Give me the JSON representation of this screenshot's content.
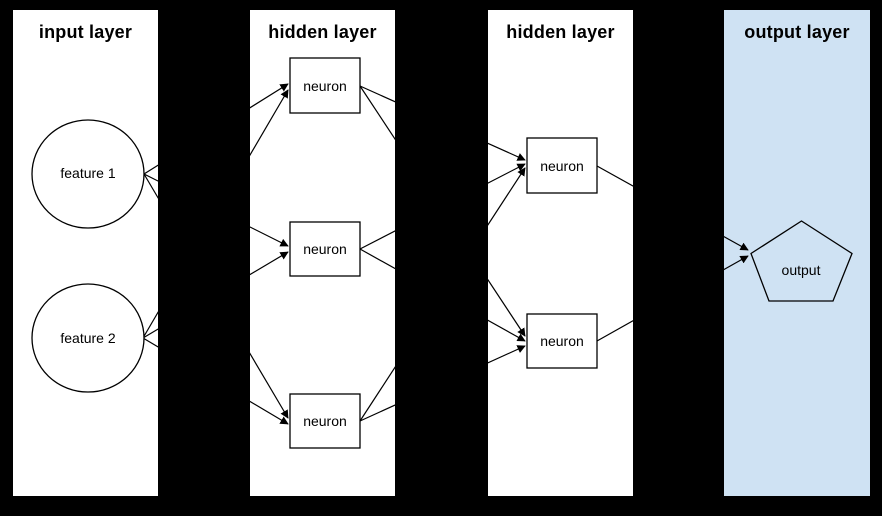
{
  "diagram": {
    "type": "neural-network-layer-diagram",
    "background_color": "#000000",
    "line_color": "#000000",
    "layers": [
      {
        "title": "input layer",
        "panel_color": "#ffffff",
        "nodes": [
          {
            "label": "feature 1",
            "shape": "circle"
          },
          {
            "label": "feature 2",
            "shape": "circle"
          }
        ]
      },
      {
        "title": "hidden layer",
        "panel_color": "#ffffff",
        "nodes": [
          {
            "label": "neuron",
            "shape": "rectangle"
          },
          {
            "label": "neuron",
            "shape": "rectangle"
          },
          {
            "label": "neuron",
            "shape": "rectangle"
          }
        ]
      },
      {
        "title": "hidden layer",
        "panel_color": "#ffffff",
        "nodes": [
          {
            "label": "neuron",
            "shape": "rectangle"
          },
          {
            "label": "neuron",
            "shape": "rectangle"
          }
        ]
      },
      {
        "title": "output layer",
        "panel_color": "#cfe2f3",
        "nodes": [
          {
            "label": "output",
            "shape": "pentagon"
          }
        ]
      }
    ],
    "connections": [
      {
        "from": "input feature 1",
        "to": "hidden1 neuron 1"
      },
      {
        "from": "input feature 1",
        "to": "hidden1 neuron 2"
      },
      {
        "from": "input feature 1",
        "to": "hidden1 neuron 3"
      },
      {
        "from": "input feature 2",
        "to": "hidden1 neuron 1"
      },
      {
        "from": "input feature 2",
        "to": "hidden1 neuron 2"
      },
      {
        "from": "input feature 2",
        "to": "hidden1 neuron 3"
      },
      {
        "from": "hidden1 neuron 1",
        "to": "hidden2 neuron 1"
      },
      {
        "from": "hidden1 neuron 1",
        "to": "hidden2 neuron 2"
      },
      {
        "from": "hidden1 neuron 2",
        "to": "hidden2 neuron 1"
      },
      {
        "from": "hidden1 neuron 2",
        "to": "hidden2 neuron 2"
      },
      {
        "from": "hidden1 neuron 3",
        "to": "hidden2 neuron 1"
      },
      {
        "from": "hidden1 neuron 3",
        "to": "hidden2 neuron 2"
      },
      {
        "from": "hidden2 neuron 1",
        "to": "output"
      },
      {
        "from": "hidden2 neuron 2",
        "to": "output"
      }
    ]
  }
}
